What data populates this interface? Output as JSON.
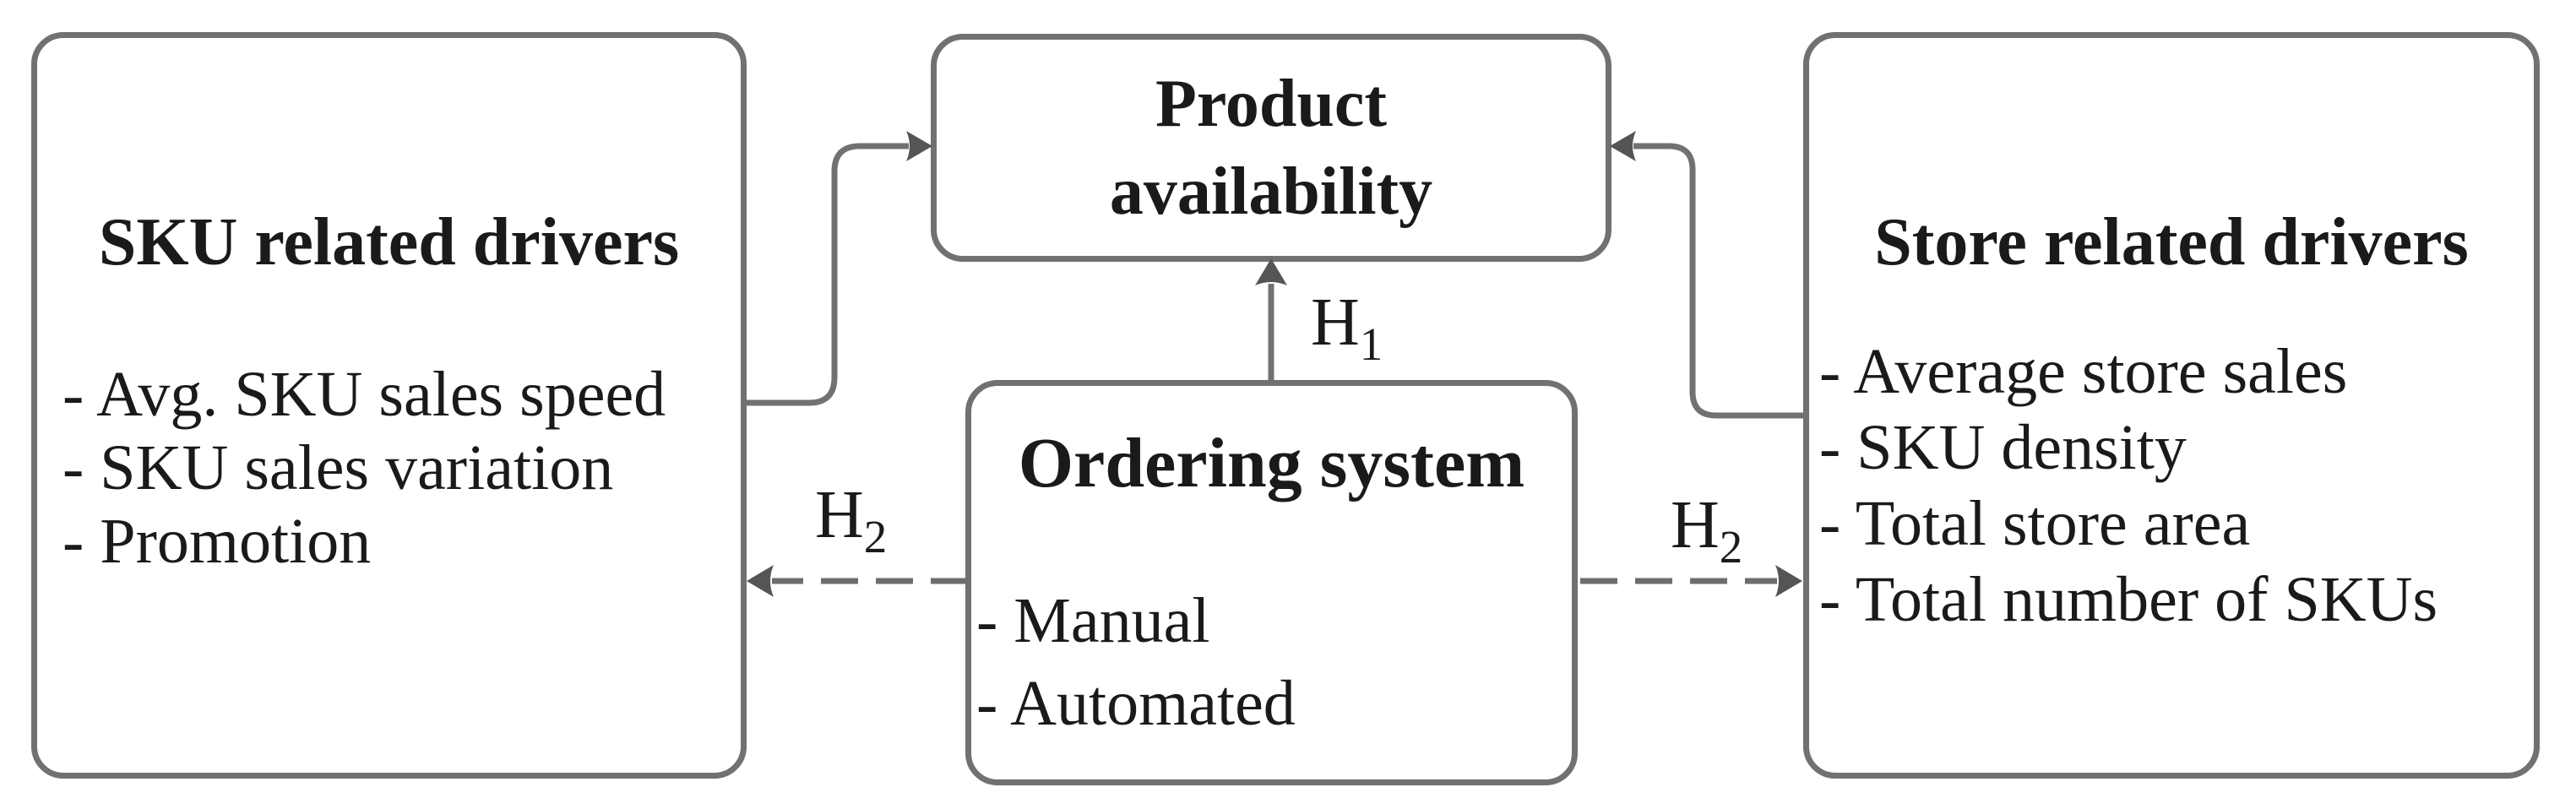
{
  "figure": {
    "type": "conceptual-model-diagram",
    "colors": {
      "background": "#ffffff",
      "box_border": "#717171",
      "connector_line": "#717171",
      "dashed_line": "#6d6d6d",
      "arrowhead": "#555555",
      "text": "#1a1a1a"
    },
    "boxes": {
      "sku_drivers": {
        "title": "SKU related drivers",
        "items": [
          "- Avg. SKU sales speed",
          "- SKU sales variation",
          "- Promotion"
        ]
      },
      "product_availability": {
        "lines": [
          "Product",
          "availability"
        ]
      },
      "ordering_system": {
        "title": "Ordering system",
        "items": [
          "- Manual",
          "- Automated"
        ]
      },
      "store_drivers": {
        "title": "Store related drivers",
        "items": [
          "- Average store sales",
          "- SKU density",
          "- Total store area",
          "- Total number of SKUs"
        ]
      }
    },
    "labels": {
      "h1": {
        "base": "H",
        "sub": "1"
      },
      "h2_left": {
        "base": "H",
        "sub": "2"
      },
      "h2_right": {
        "base": "H",
        "sub": "2"
      }
    }
  }
}
